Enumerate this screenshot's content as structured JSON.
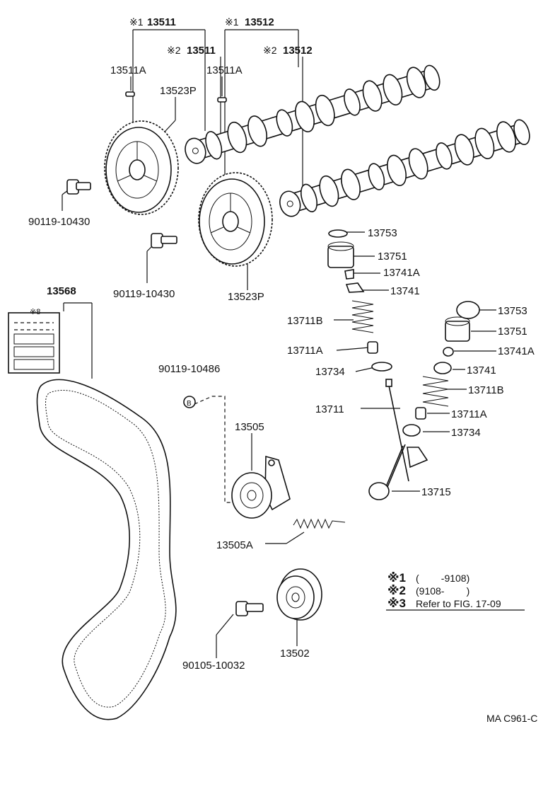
{
  "parts": {
    "camshaft_no1": "13511",
    "camshaft_no2": "13512",
    "pin": "13511A",
    "sprocket": "13523P",
    "bolt_a": "90119-10430",
    "belt": "13568",
    "tensioner_bolt": "90119-10486",
    "tensioner": "13505",
    "tensioner_spring": "13505A",
    "idler": "13502",
    "idler_bolt": "90105-10032",
    "shim": "13753",
    "lifter": "13751",
    "retainer_lock": "13741A",
    "retainer": "13741",
    "valve_spring": "13711B",
    "spring_seat": "13711A",
    "oil_seal": "13734",
    "exhaust_valve": "13711",
    "intake_valve": "13715"
  },
  "marks": {
    "m1": "※1",
    "m2": "※2",
    "m3": "※3",
    "m8": "※8",
    "bolt_letter": "B"
  },
  "legend": {
    "n1": "※1",
    "n2": "※2",
    "n3": "※3",
    "r1": "(        -9108)",
    "r2": "(9108-        )",
    "r3": "Refer to FIG. 17-09"
  },
  "figure_code": "MA C961-C"
}
